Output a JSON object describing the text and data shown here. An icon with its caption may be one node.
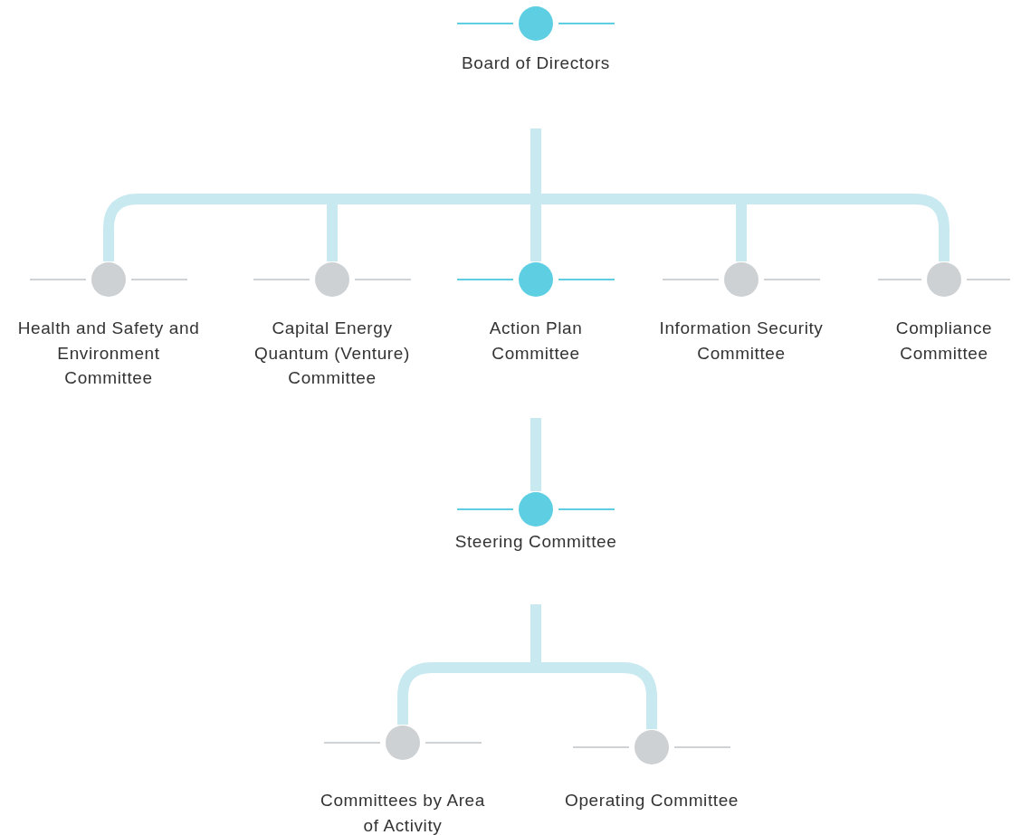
{
  "diagram": {
    "nodes": [
      {
        "text": [
          "Board of Directors"
        ]
      },
      {
        "text": [
          "Health and Safety and Environment Committee"
        ]
      },
      {
        "text": [
          "Capital Energy Quantum (Venture) Committee"
        ]
      },
      {
        "text": [
          "Action Plan Committee"
        ]
      },
      {
        "text": [
          "Information Security Committee"
        ]
      },
      {
        "text": [
          "Compliance Committee"
        ]
      },
      {
        "text": [
          "Steering Committee"
        ]
      },
      {
        "text": [
          "Committees by Area of Activity"
        ]
      },
      {
        "text": [
          "Operating Committee"
        ]
      }
    ],
    "edges": [
      {
        "from": 0,
        "to": 1,
        "arrow": "none"
      },
      {
        "from": 0,
        "to": 2,
        "arrow": "none"
      },
      {
        "from": 0,
        "to": 3,
        "arrow": "none"
      },
      {
        "from": 0,
        "to": 4,
        "arrow": "none"
      },
      {
        "from": 0,
        "to": 5,
        "arrow": "none"
      },
      {
        "from": 3,
        "to": 6,
        "arrow": "none"
      },
      {
        "from": 6,
        "to": 7,
        "arrow": "none"
      },
      {
        "from": 6,
        "to": 8,
        "arrow": "none"
      }
    ]
  }
}
